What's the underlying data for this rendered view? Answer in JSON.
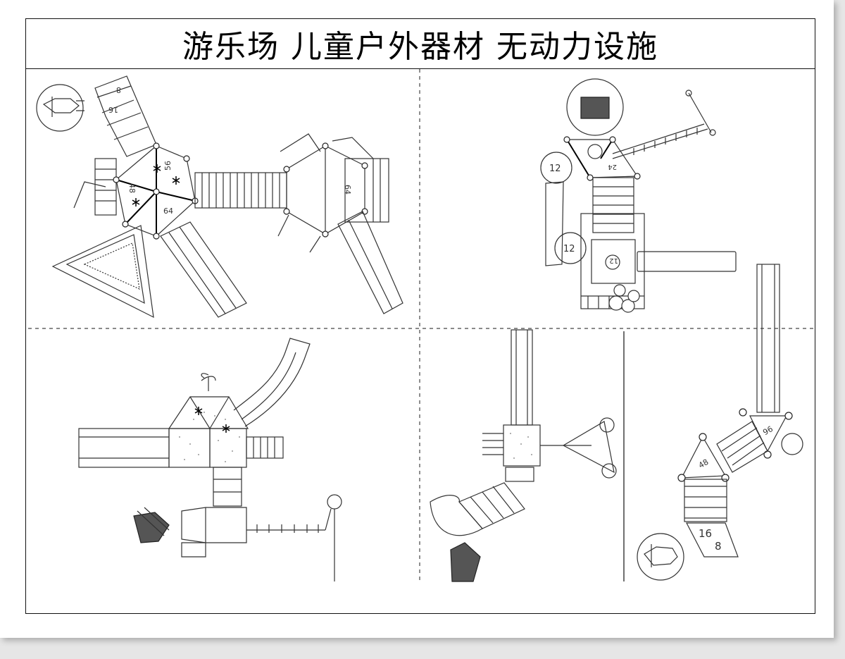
{
  "title": "游乐场  儿童户外器材  无动力设施",
  "panels": {
    "p1": {
      "labels": [
        "8",
        "16",
        "48",
        "56",
        "64",
        "64"
      ]
    },
    "p2": {
      "labels": [
        "12",
        "24",
        "12",
        "12"
      ]
    },
    "p4": {
      "labels": [
        "96",
        "48",
        "16",
        "8"
      ]
    }
  }
}
